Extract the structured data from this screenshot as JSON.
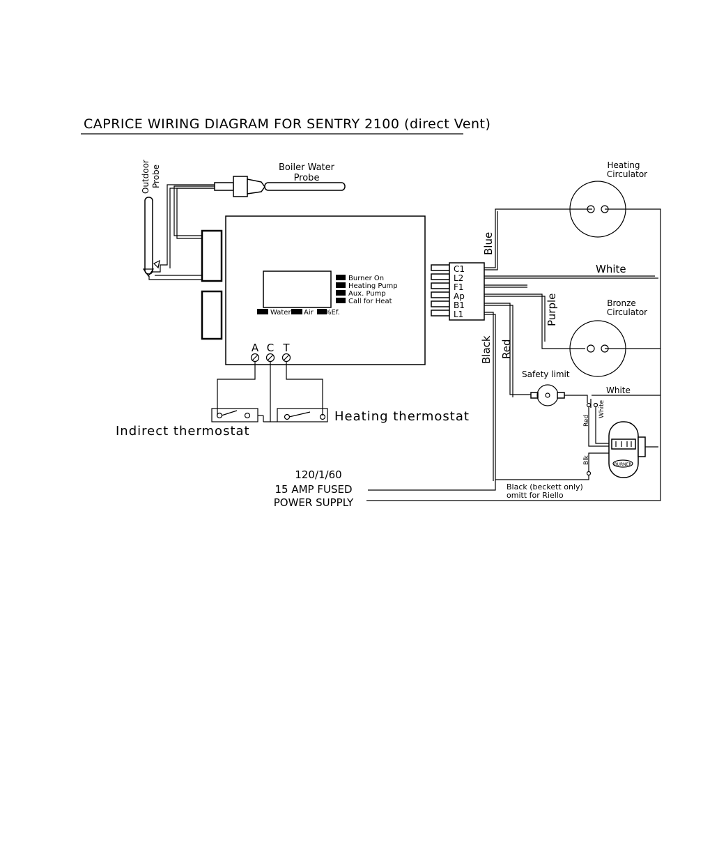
{
  "title": "CAPRICE WIRING DIAGRAM FOR SENTRY 2100 (direct Vent)",
  "probes": {
    "outdoor_line1": "Outdoor",
    "outdoor_line2": "Probe",
    "boiler_line1": "Boiler Water",
    "boiler_line2": "Probe"
  },
  "panel": {
    "indicators": [
      "Burner On",
      "Heating Pump",
      "Aux. Pump",
      "Call for Heat"
    ],
    "modes": [
      "Water",
      "Air",
      "%Ef."
    ],
    "terminals": [
      "A",
      "C",
      "T"
    ]
  },
  "connector_pins": [
    "C1",
    "L2",
    "F1",
    "Ap",
    "B1",
    "L1"
  ],
  "wire_colors": {
    "blue": "Blue",
    "white_top": "White",
    "purple": "Purple",
    "red": "Red",
    "black": "Black",
    "white_mid": "White",
    "red_small": "Red",
    "white_small": "White",
    "blk_small": "Blk"
  },
  "components": {
    "heating_circ_line1": "Heating",
    "heating_circ_line2": "Circulator",
    "bronze_circ_line1": "Bronze",
    "bronze_circ_line2": "Circulator",
    "safety_limit": "Safety limit",
    "burner": "BURNER"
  },
  "thermostats": {
    "indirect": "Indirect thermostat",
    "heating": "Heating thermostat"
  },
  "power": {
    "line1": "120/1/60",
    "line2": "15 AMP FUSED",
    "line3": "POWER SUPPLY"
  },
  "notes": {
    "black_line1": "Black (beckett only)",
    "black_line2": "omitt for Riello"
  }
}
